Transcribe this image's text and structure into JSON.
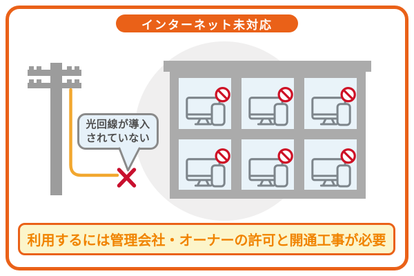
{
  "header": {
    "badge_label": "インターネット未対応"
  },
  "scene": {
    "speech_bubble": {
      "line1": "光回線が導入",
      "line2": "されていない"
    },
    "building": {
      "unit_count": 6,
      "rows": 2,
      "cols": 3,
      "unit_icon": "desktop-and-smartphone",
      "unit_status_icon": "prohibition-sign"
    },
    "icons": {
      "pole": "utility-pole-icon",
      "cable": "fiber-line",
      "x_mark": "x-mark-icon"
    }
  },
  "footer": {
    "note": "利用するには管理会社・オーナーの許可と開通工事が必要"
  },
  "colors": {
    "accent": "#EA6118",
    "banner_bg": "#FCF5CA",
    "banner_text": "#F08300",
    "building_gray": "#ABABAB",
    "pole_gray": "#9C9C9C",
    "window_blue": "#E9F3F9",
    "bubble_blue": "#E6F1F9",
    "bubble_border": "#8A8A8A",
    "bubble_text": "#4F4F4F",
    "icon_gray": "#7D858B",
    "prohibit_red": "#CE1126",
    "x_red": "#C8102E",
    "cable_orange": "#F2A72F",
    "circle_bg": "#F0EFEF"
  }
}
